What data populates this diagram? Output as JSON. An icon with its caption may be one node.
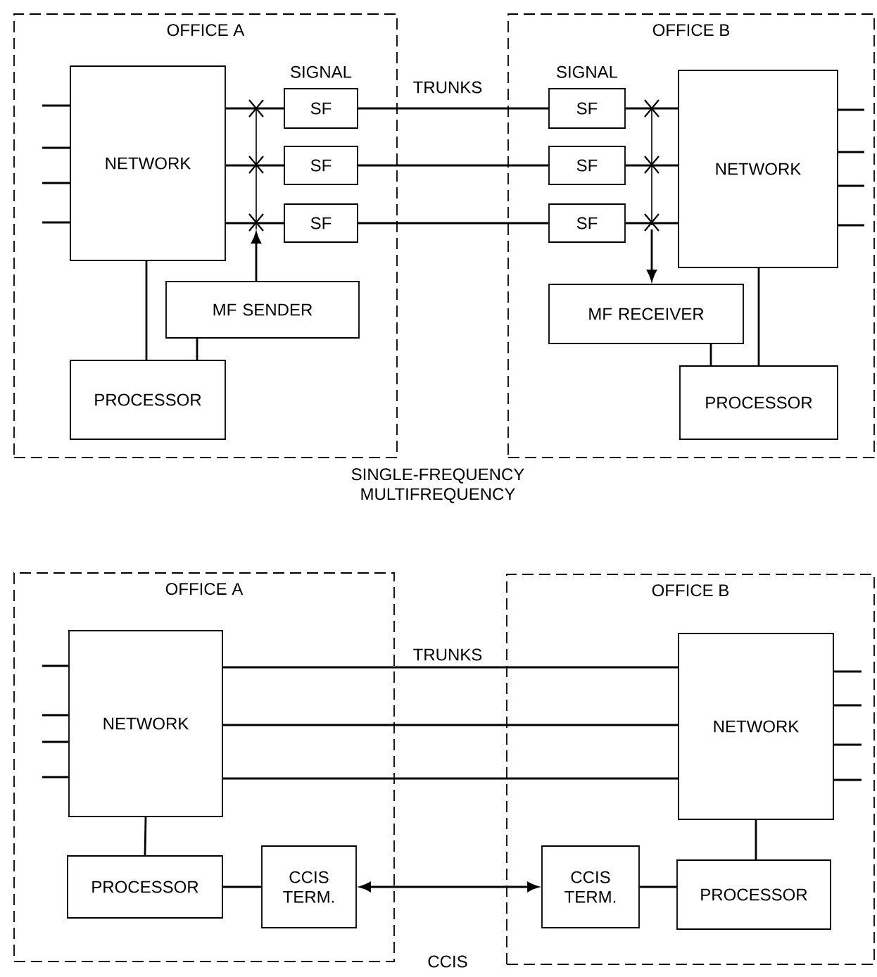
{
  "diagram": {
    "nodes": [
      {
        "text": [
          "OFFICE A"
        ]
      },
      {
        "text": [
          "NETWORK"
        ],
        "in": 0
      },
      {
        "text": [
          "SF"
        ],
        "in": 0,
        "beside": [
          "SIGNAL"
        ]
      },
      {
        "text": [
          "SF"
        ],
        "in": 0
      },
      {
        "text": [
          "SF"
        ],
        "in": 0
      },
      {
        "text": [
          "MF SENDER"
        ],
        "in": 0
      },
      {
        "text": [
          "PROCESSOR"
        ],
        "in": 0
      },
      {
        "text": [
          "OFFICE B"
        ]
      },
      {
        "text": [
          "SF"
        ],
        "in": 7,
        "beside": [
          "SIGNAL"
        ]
      },
      {
        "text": [
          "SF"
        ],
        "in": 7
      },
      {
        "text": [
          "SF"
        ],
        "in": 7
      },
      {
        "text": [
          "NETWORK"
        ],
        "in": 7
      },
      {
        "text": [
          "MF RECEIVER"
        ],
        "in": 7
      },
      {
        "text": [
          "PROCESSOR"
        ],
        "in": 7
      },
      {
        "text": [
          "OFFICE A"
        ]
      },
      {
        "text": [
          "NETWORK"
        ],
        "in": 14
      },
      {
        "text": [
          "PROCESSOR"
        ],
        "in": 14
      },
      {
        "text": [
          "CCIS TERM."
        ],
        "in": 14
      },
      {
        "text": [
          "OFFICE B"
        ]
      },
      {
        "text": [
          "NETWORK"
        ],
        "in": 18
      },
      {
        "text": [
          "CCIS TERM."
        ],
        "in": 18
      },
      {
        "text": [
          "PROCESSOR"
        ],
        "in": 18
      }
    ],
    "edges": [
      {
        "from": 1,
        "to": null,
        "arrow": "none"
      },
      {
        "from": 1,
        "to": null,
        "arrow": "none"
      },
      {
        "from": 1,
        "to": null,
        "arrow": "none"
      },
      {
        "from": 1,
        "to": null,
        "arrow": "none"
      },
      {
        "from": 1,
        "to": 2,
        "arrow": "none"
      },
      {
        "from": 1,
        "to": 3,
        "arrow": "none"
      },
      {
        "from": 1,
        "to": 4,
        "arrow": "none"
      },
      {
        "from": 5,
        "to": null,
        "arrow": "to"
      },
      {
        "from": 1,
        "to": 6,
        "arrow": "none"
      },
      {
        "from": 5,
        "to": 6,
        "arrow": "none"
      },
      {
        "from": 2,
        "to": 8,
        "arrow": "none"
      },
      {
        "from": 3,
        "to": 9,
        "arrow": "none"
      },
      {
        "from": 4,
        "to": 10,
        "arrow": "none"
      },
      {
        "from": 8,
        "to": 11,
        "arrow": "none"
      },
      {
        "from": 9,
        "to": 11,
        "arrow": "none"
      },
      {
        "from": 10,
        "to": 11,
        "arrow": "none"
      },
      {
        "from": null,
        "to": 12,
        "arrow": "to"
      },
      {
        "from": 11,
        "to": 13,
        "arrow": "none"
      },
      {
        "from": 12,
        "to": 13,
        "arrow": "none"
      },
      {
        "from": 11,
        "to": null,
        "arrow": "none"
      },
      {
        "from": 11,
        "to": null,
        "arrow": "none"
      },
      {
        "from": 11,
        "to": null,
        "arrow": "none"
      },
      {
        "from": 11,
        "to": null,
        "arrow": "none"
      },
      {
        "from": 15,
        "to": null,
        "arrow": "none"
      },
      {
        "from": 15,
        "to": null,
        "arrow": "none"
      },
      {
        "from": 15,
        "to": null,
        "arrow": "none"
      },
      {
        "from": 15,
        "to": null,
        "arrow": "none"
      },
      {
        "from": 15,
        "to": 19,
        "arrow": "none"
      },
      {
        "from": 15,
        "to": 19,
        "arrow": "none"
      },
      {
        "from": 15,
        "to": 19,
        "arrow": "none"
      },
      {
        "from": 15,
        "to": 16,
        "arrow": "none"
      },
      {
        "from": 16,
        "to": 17,
        "arrow": "none"
      },
      {
        "from": 17,
        "to": 20,
        "arrow": "both"
      },
      {
        "from": 20,
        "to": 21,
        "arrow": "none"
      },
      {
        "from": 19,
        "to": 21,
        "arrow": "none"
      },
      {
        "from": 19,
        "to": null,
        "arrow": "none"
      },
      {
        "from": 19,
        "to": null,
        "arrow": "none"
      },
      {
        "from": 19,
        "to": null,
        "arrow": "none"
      },
      {
        "from": 19,
        "to": null,
        "arrow": "none"
      }
    ],
    "labels": [
      "TRUNKS",
      "SINGLE-FREQUENCY",
      "MULTIFREQUENCY",
      "TRUNKS",
      "CCIS"
    ]
  }
}
